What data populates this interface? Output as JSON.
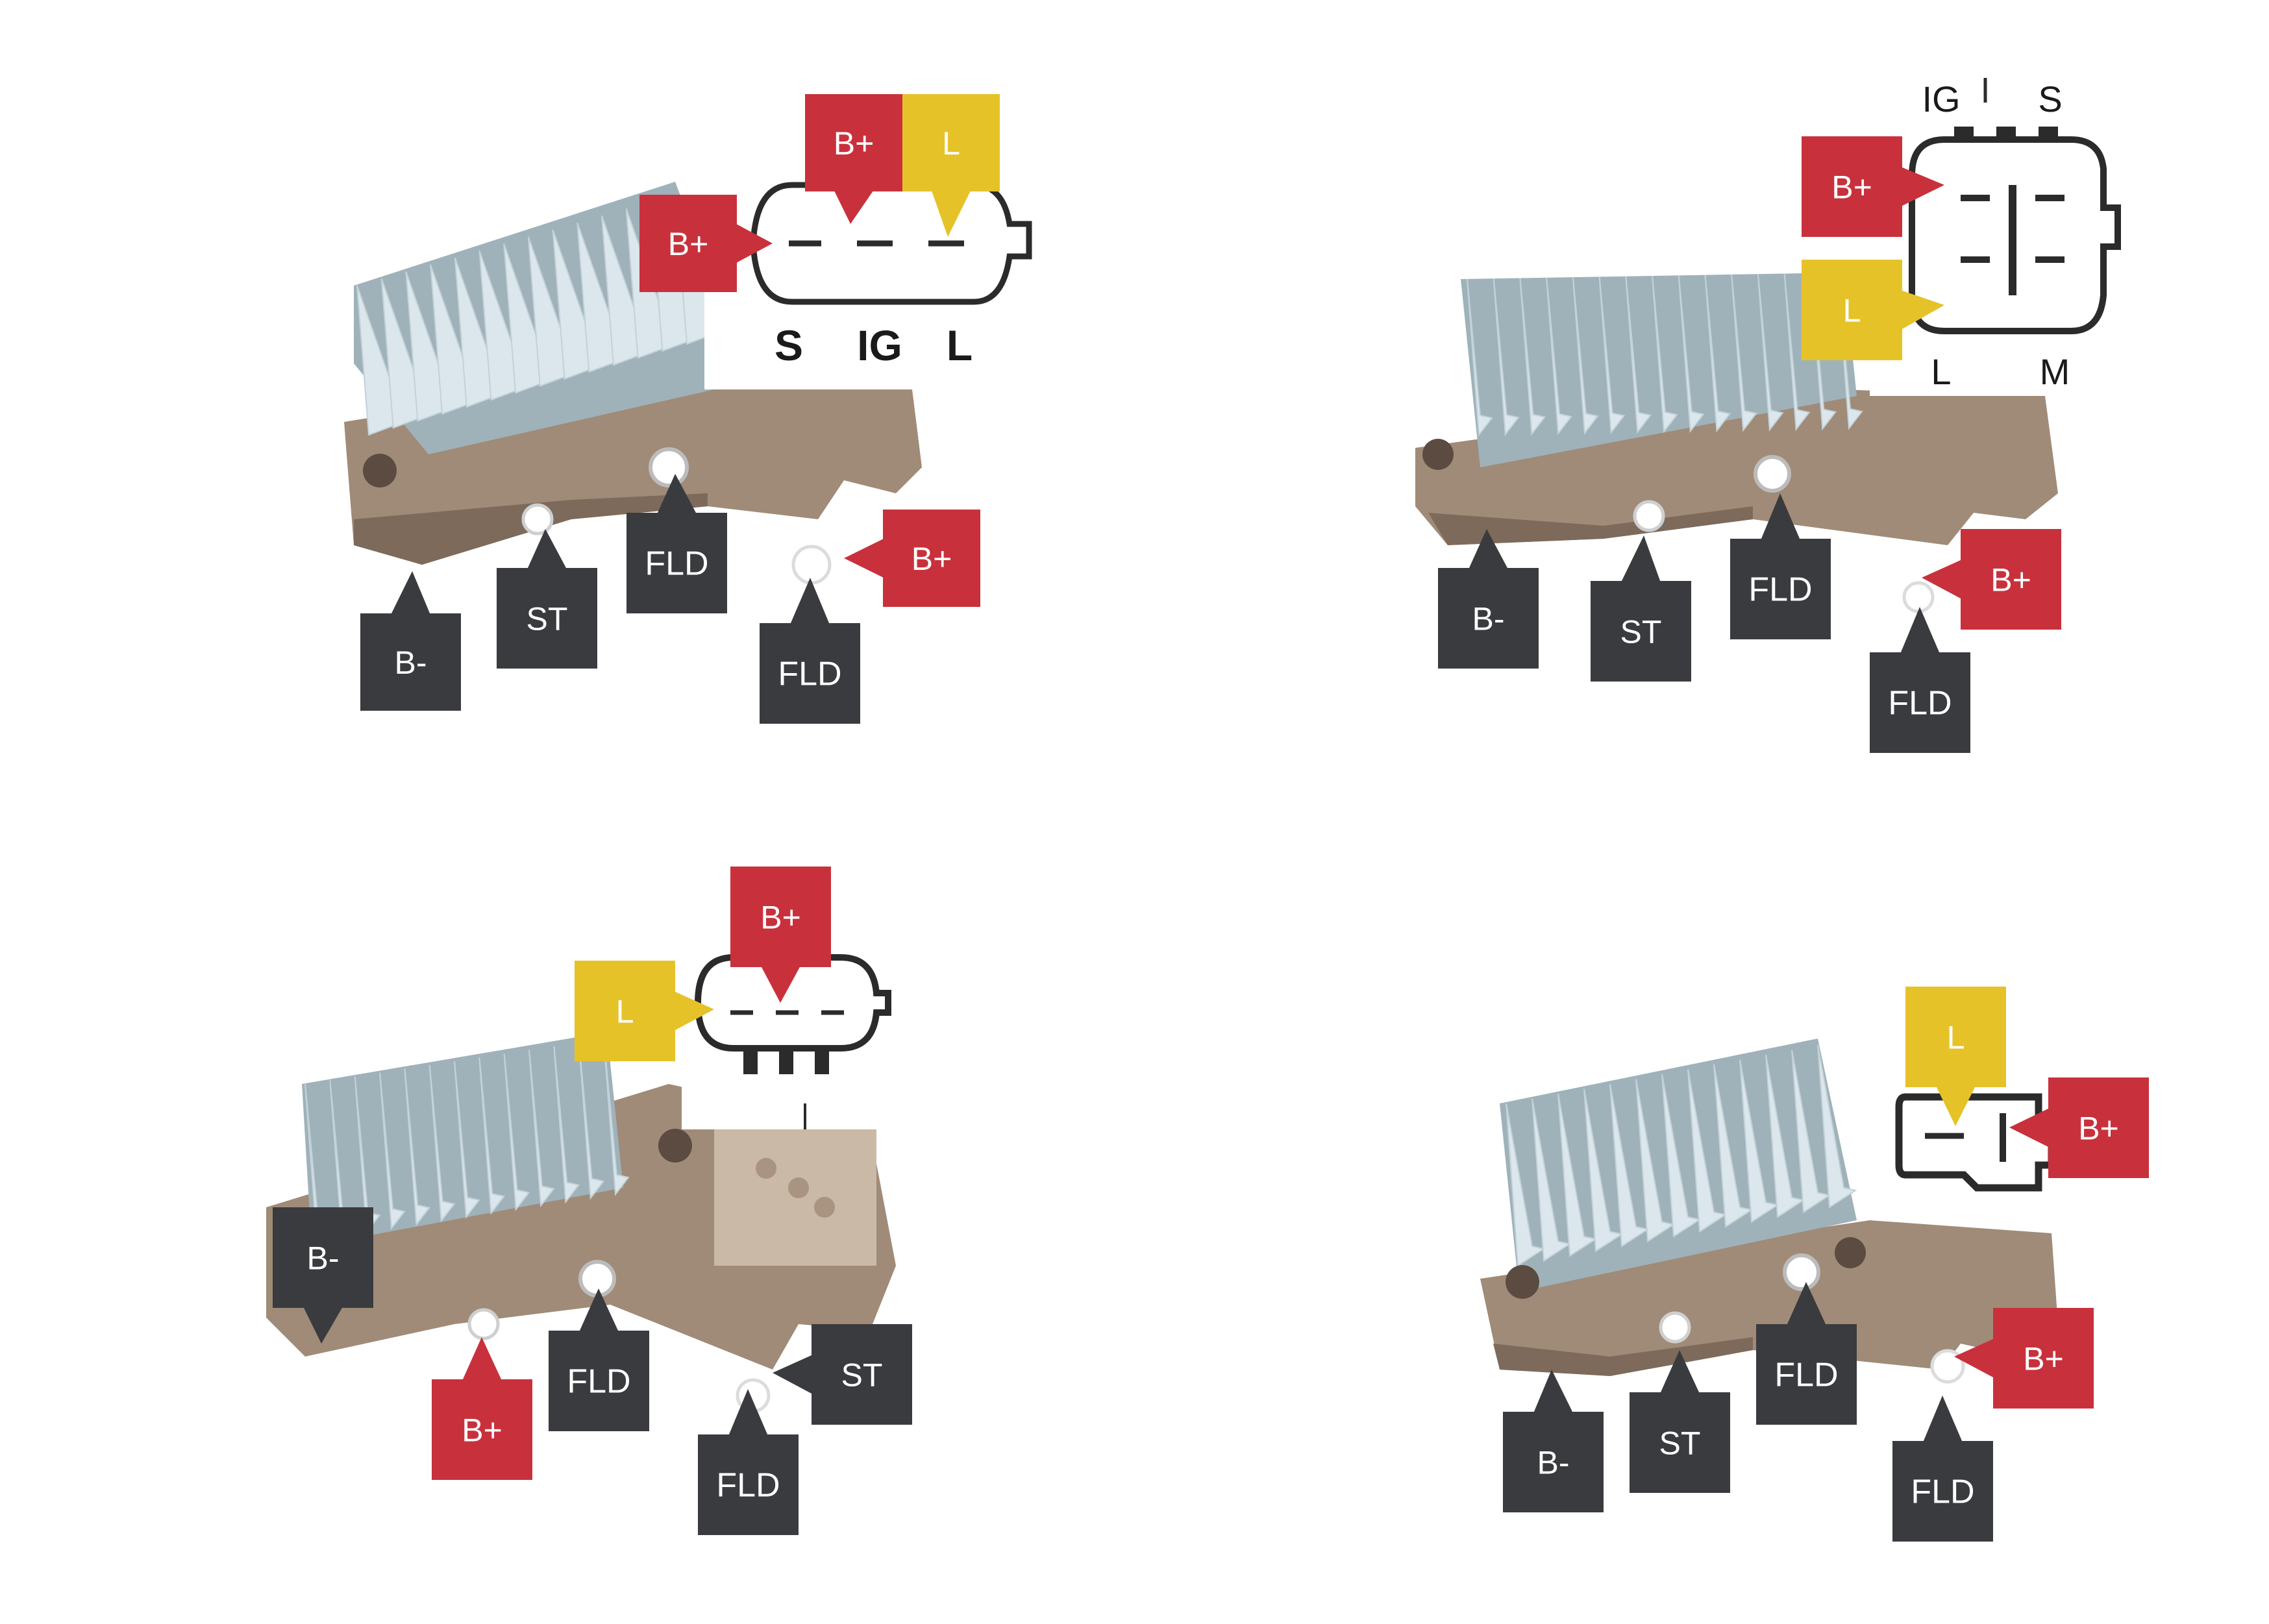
{
  "colors": {
    "red": "#c8313c",
    "yellow": "#e6c229",
    "dark": "#3a3b3f",
    "housing": "#a08b78",
    "housing_dark": "#7d6a5b",
    "fins": "#dbe7ec",
    "fin_shadow": "#9fb2ba",
    "connector": "#2b2b2b"
  },
  "panels": [
    {
      "id": "regulator-1",
      "connector_type": "oval-3-pin",
      "pin_labels": [
        "S",
        "IG",
        "L"
      ],
      "callouts": [
        {
          "label": "B+",
          "color": "red"
        },
        {
          "label": "L",
          "color": "yellow"
        },
        {
          "label": "B+",
          "color": "red"
        },
        {
          "label": "FLD",
          "color": "dark"
        },
        {
          "label": "B+",
          "color": "red"
        },
        {
          "label": "ST",
          "color": "dark"
        },
        {
          "label": "B-",
          "color": "dark"
        },
        {
          "label": "FLD",
          "color": "dark"
        }
      ]
    },
    {
      "id": "regulator-2",
      "connector_type": "square-4-pin",
      "pin_labels": [
        "IG",
        "S",
        "L",
        "M"
      ],
      "callouts": [
        {
          "label": "B+",
          "color": "red"
        },
        {
          "label": "L",
          "color": "yellow"
        },
        {
          "label": "B+",
          "color": "red"
        },
        {
          "label": "FLD",
          "color": "dark"
        },
        {
          "label": "ST",
          "color": "dark"
        },
        {
          "label": "B-",
          "color": "dark"
        },
        {
          "label": "FLD",
          "color": "dark"
        }
      ]
    },
    {
      "id": "regulator-3",
      "connector_type": "oval-3-pin",
      "pin_labels": [],
      "callouts": [
        {
          "label": "B+",
          "color": "red"
        },
        {
          "label": "L",
          "color": "yellow"
        },
        {
          "label": "B-",
          "color": "dark"
        },
        {
          "label": "FLD",
          "color": "dark"
        },
        {
          "label": "ST",
          "color": "dark"
        },
        {
          "label": "B+",
          "color": "red"
        },
        {
          "label": "FLD",
          "color": "dark"
        }
      ]
    },
    {
      "id": "regulator-4",
      "connector_type": "rect-2-pin",
      "pin_labels": [],
      "callouts": [
        {
          "label": "L",
          "color": "yellow"
        },
        {
          "label": "B+",
          "color": "red"
        },
        {
          "label": "FLD",
          "color": "dark"
        },
        {
          "label": "B+",
          "color": "red"
        },
        {
          "label": "B-",
          "color": "dark"
        },
        {
          "label": "ST",
          "color": "dark"
        },
        {
          "label": "FLD",
          "color": "dark"
        }
      ]
    }
  ]
}
